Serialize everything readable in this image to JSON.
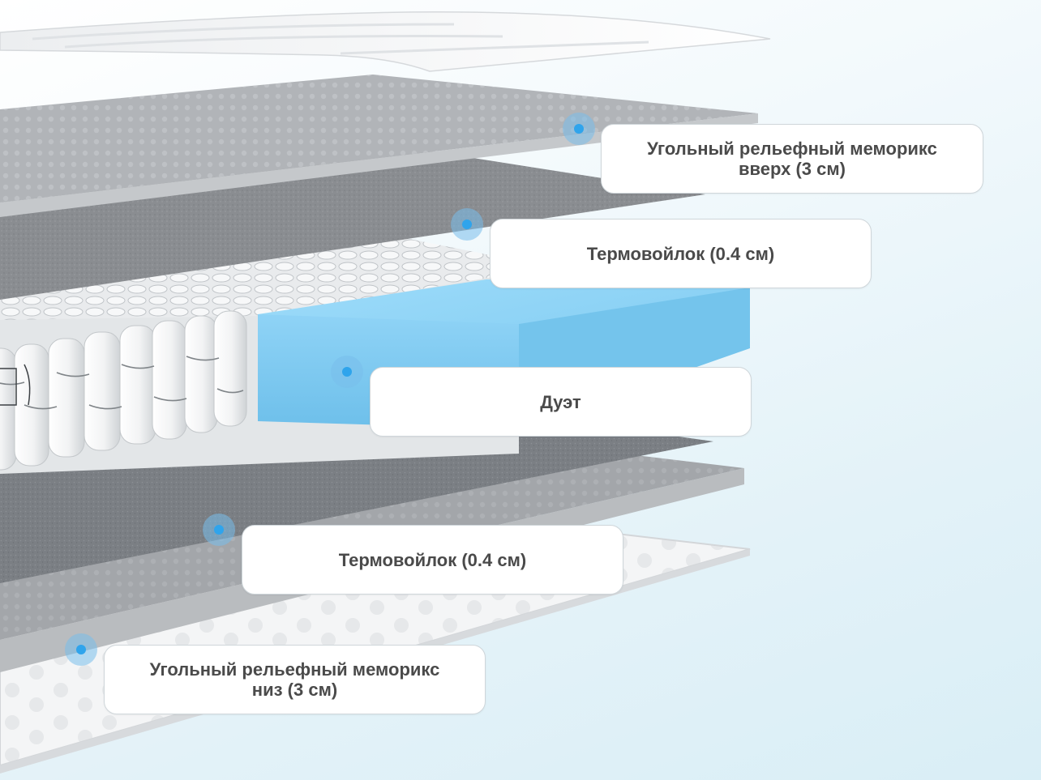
{
  "layers": [
    {
      "id": "top-memory",
      "line1": "Угольный рельефный меморикс",
      "line2": "вверх (3 см)"
    },
    {
      "id": "top-felt",
      "line1": "Термовойлок (0.4 см)",
      "line2": ""
    },
    {
      "id": "duet",
      "line1": "Дуэт",
      "line2": ""
    },
    {
      "id": "bottom-felt",
      "line1": "Термовойлок (0.4 см)",
      "line2": ""
    },
    {
      "id": "bottom-memory",
      "line1": "Угольный рельефный меморикс",
      "line2": "низ (3 см)"
    }
  ],
  "colors": {
    "marker": "#2fa4ec",
    "foam_block": "#8fd3f6",
    "felt": "#7d8084",
    "memory_foam": "#a9acb0"
  }
}
